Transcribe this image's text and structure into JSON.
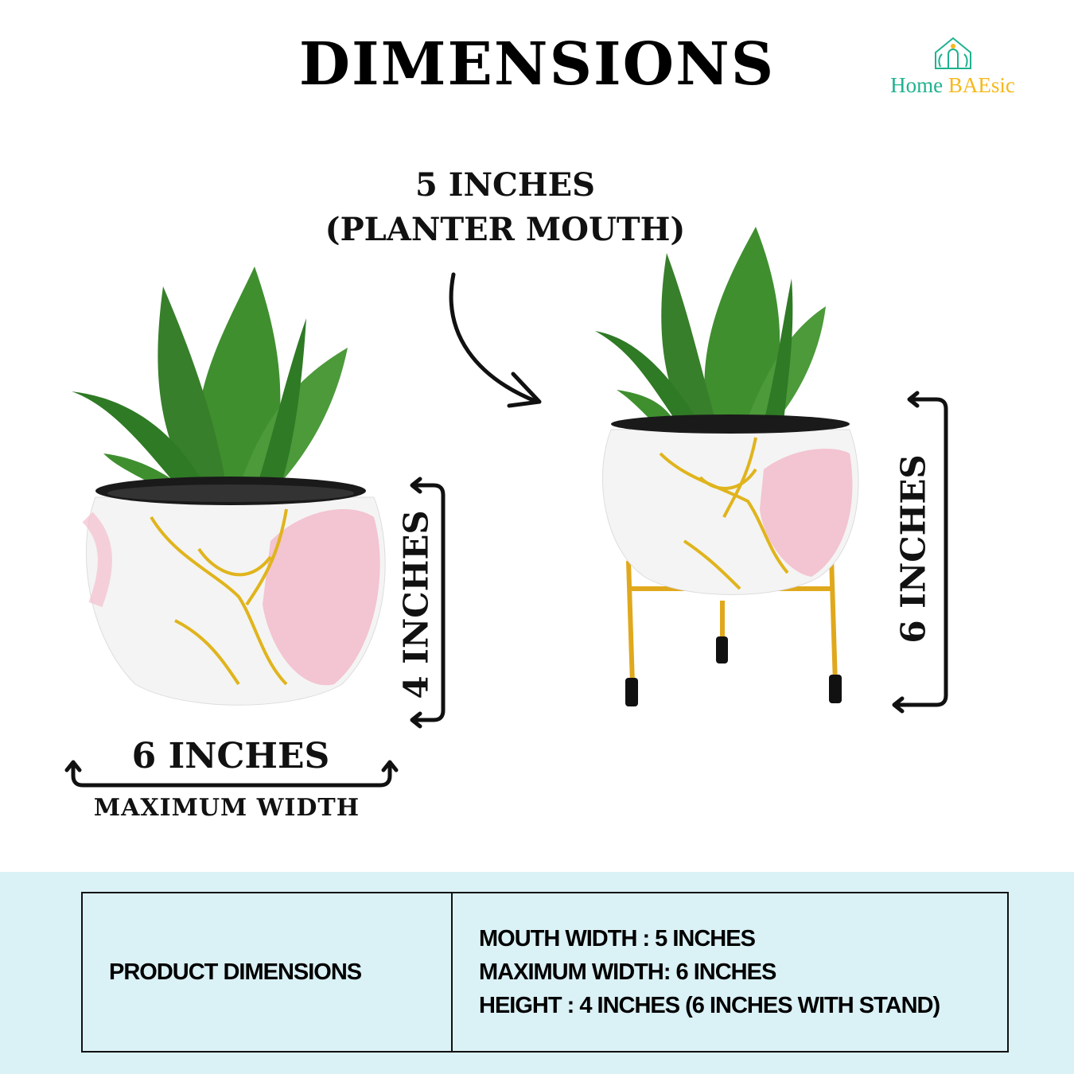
{
  "title": "DIMENSIONS",
  "logo": {
    "text_main": "Home ",
    "text_accent": "BAEsic",
    "colors": {
      "main": "#1fb28f",
      "accent": "#f7b81a"
    }
  },
  "labels": {
    "mouth_line1": "5 INCHES",
    "mouth_line2": "(PLANTER MOUTH)",
    "width": "6 INCHES",
    "width_caption": "MAXIMUM WIDTH",
    "height_pot": "4 INCHES",
    "height_stand": "6 INCHES"
  },
  "table": {
    "header": "PRODUCT DIMENSIONS",
    "rows": [
      "MOUTH WIDTH : 5 INCHES",
      "MAXIMUM WIDTH: 6 INCHES",
      "HEIGHT : 4 INCHES  (6 INCHES WITH STAND)"
    ]
  },
  "colors": {
    "band": "#daf1f6",
    "leaf": "#3f8f2f",
    "pink": "#f3bfcd",
    "gold": "#e0b41c"
  }
}
